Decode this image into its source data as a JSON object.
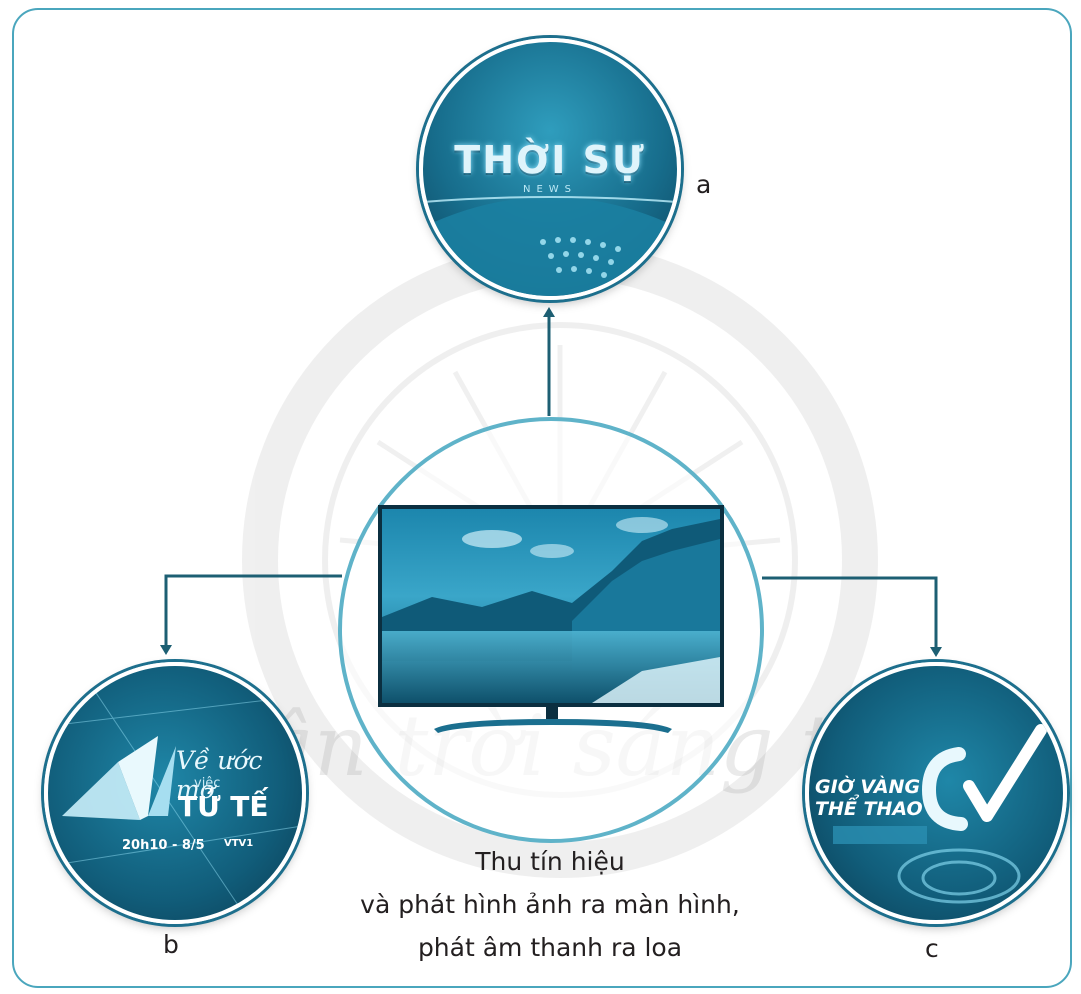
{
  "nodes": {
    "a": {
      "label": "a",
      "logo_title": "THỜI SỰ",
      "logo_subtitle": "NEWS"
    },
    "b": {
      "label": "b",
      "logo_line1": "Về ước mơ",
      "logo_line2": "việc",
      "logo_line3": "TỬ TẾ",
      "logo_line4": "20h10 - 8/5",
      "logo_line5": "VTV1"
    },
    "c": {
      "label": "c",
      "logo_line1": "GIỜ VÀNG",
      "logo_line2": "THỂ THAO"
    }
  },
  "center": {
    "image": "television-showing-lake-landscape",
    "caption": [
      "Thu tín hiệu",
      "và phát hình ảnh ra màn hình,",
      "phát âm thanh ra loa"
    ]
  },
  "watermark": {
    "text": "Chân trời sáng tạo"
  },
  "colors": {
    "frame": "#4aa6bd",
    "arrow": "#1d5f73",
    "circle_ring": "#1d6f8d",
    "tint": "#176d8c"
  }
}
